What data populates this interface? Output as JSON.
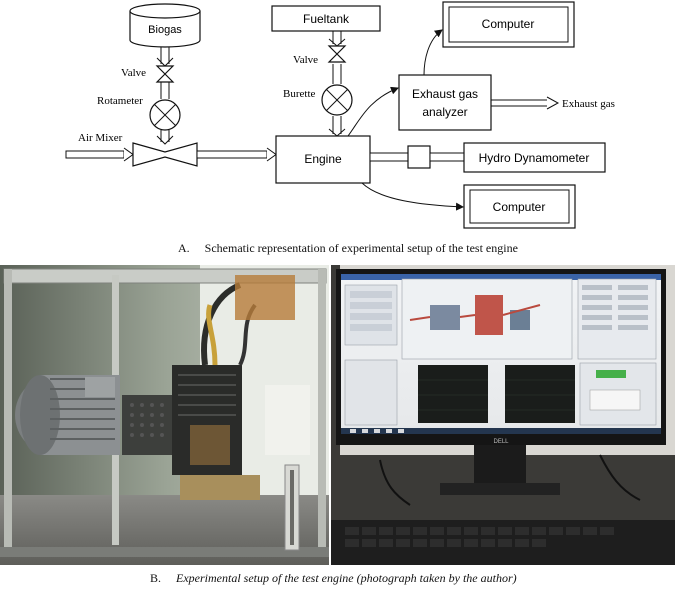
{
  "schematic": {
    "nodes": {
      "biogas": "Biogas",
      "fueltank": "Fueltank",
      "computer_top": "Computer",
      "analyzer_line1": "Exhaust gas",
      "analyzer_line2": "analyzer",
      "engine": "Engine",
      "dynamometer": "Hydro Dynamometer",
      "computer_bottom": "Computer"
    },
    "labels": {
      "valve_left": "Valve",
      "rotameter": "Rotameter",
      "air_mixer": "Air Mixer",
      "valve_right": "Valve",
      "burette": "Burette",
      "exhaust_gas": "Exhaust gas"
    }
  },
  "captions": {
    "a_letter": "A.",
    "a_text": "Schematic representation of experimental setup of the test engine",
    "b_letter": "B.",
    "b_text": "Experimental setup of the test engine (photograph taken by the author)"
  },
  "photo": {
    "monitor_brand": "DELL"
  }
}
